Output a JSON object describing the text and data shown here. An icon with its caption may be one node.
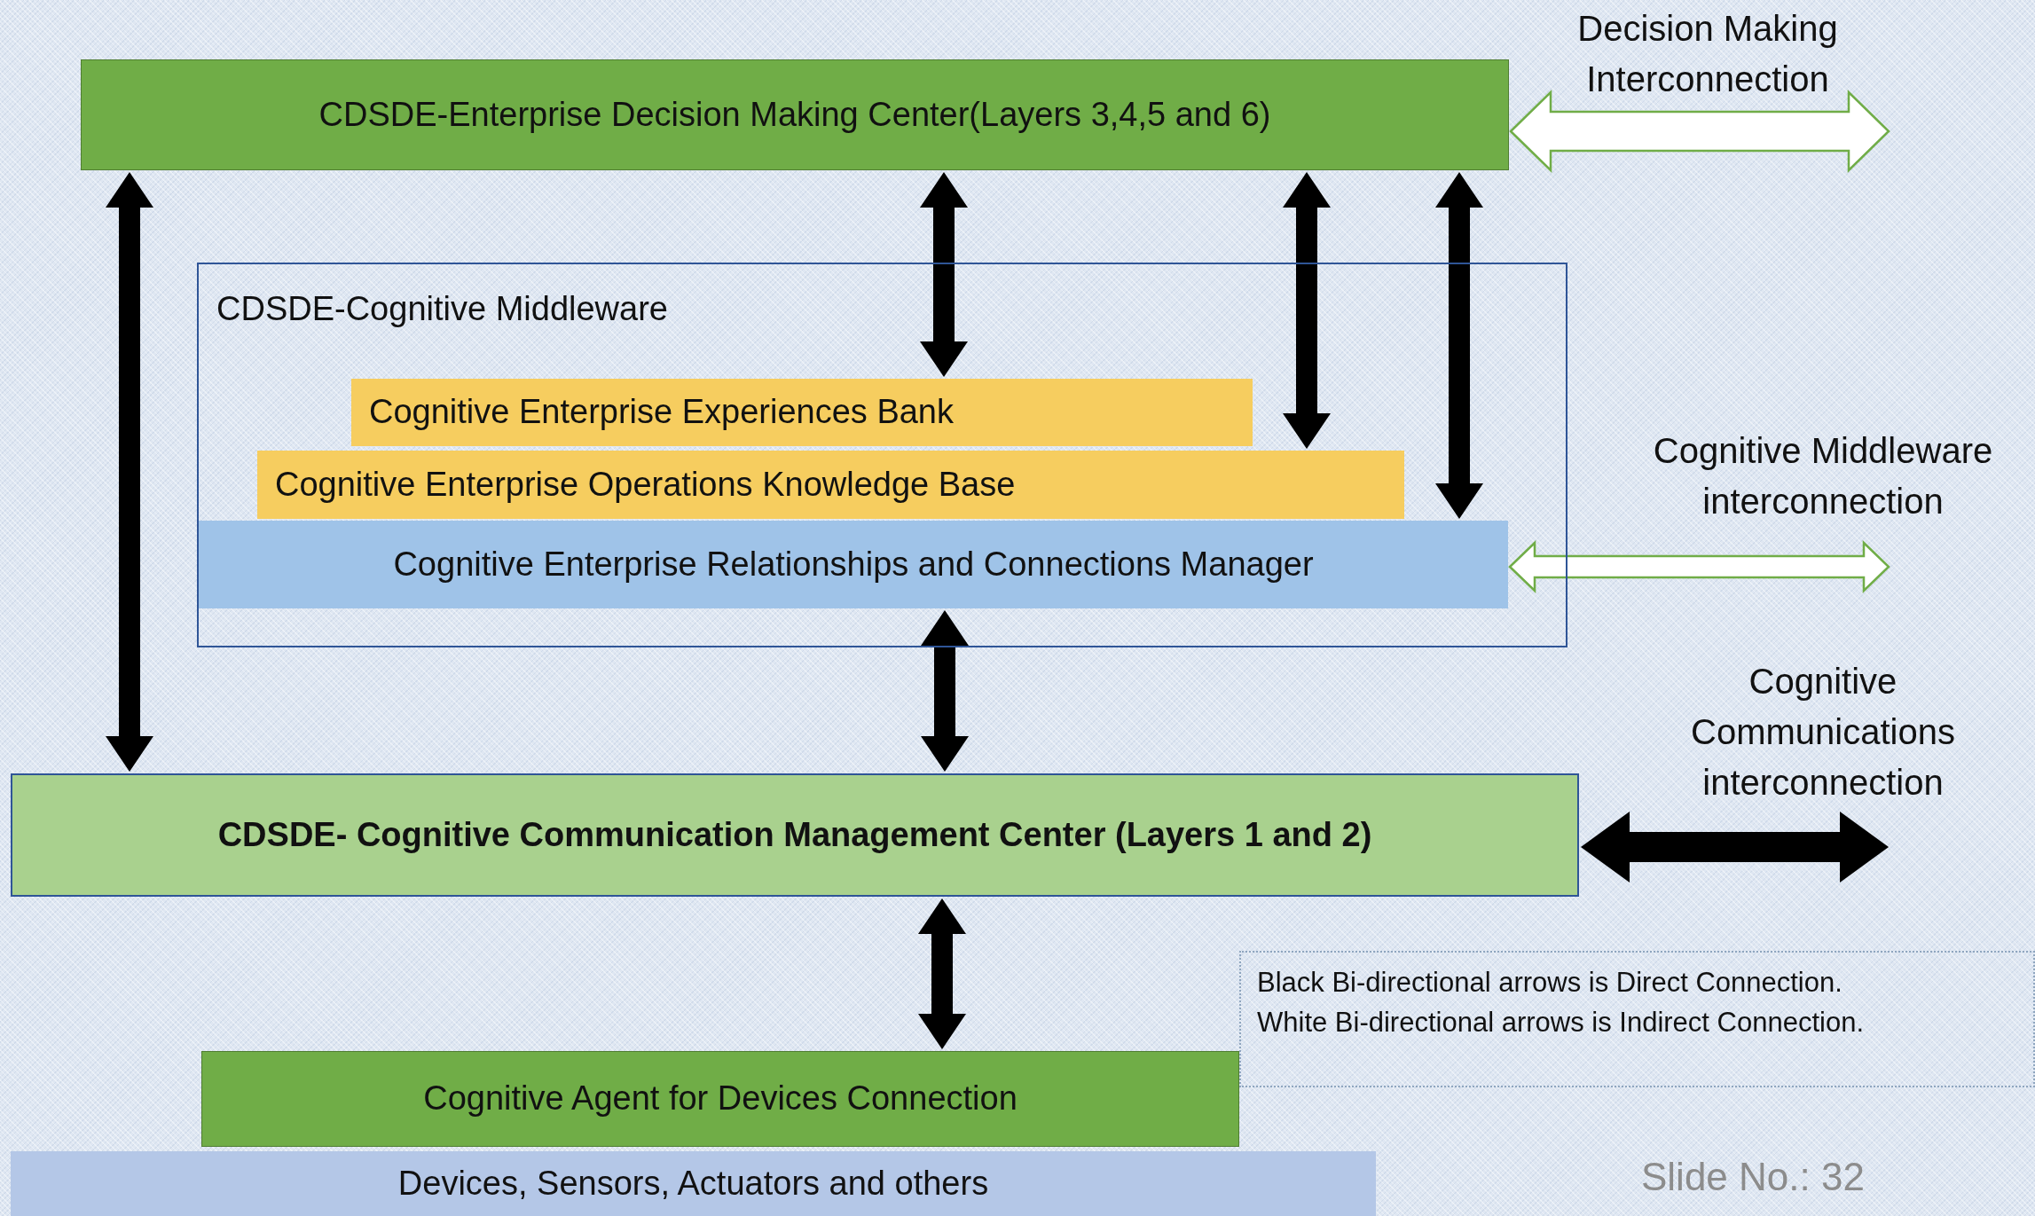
{
  "diagram": {
    "nodes": [
      {
        "text": [
          "CDSDE-Enterprise Decision Making Center(Layers 3,4,5 and 6)"
        ]
      },
      {
        "text": [
          "CDSDE-Cognitive Middleware"
        ]
      },
      {
        "text": [
          "Cognitive Enterprise Experiences Bank"
        ],
        "in": 1
      },
      {
        "text": [
          "Cognitive Enterprise Operations  Knowledge Base"
        ],
        "in": 1
      },
      {
        "text": [
          "Cognitive Enterprise Relationships and Connections Manager"
        ],
        "in": 1
      },
      {
        "text": [
          "CDSDE- Cognitive Communication Management Center  (Layers 1 and 2)"
        ]
      },
      {
        "text": [
          "Cognitive Agent for Devices Connection"
        ]
      },
      {
        "text": [
          "Devices, Sensors, Actuators and others"
        ]
      },
      {
        "text": [
          "Black Bi-directional arrows is Direct Connection.",
          "White Bi-directional arrows is Indirect Connection."
        ]
      }
    ],
    "edges": [
      {
        "from": 0,
        "to": 5,
        "arrow": "both"
      },
      {
        "from": 0,
        "to": 2,
        "arrow": "both"
      },
      {
        "from": 0,
        "to": 3,
        "arrow": "both"
      },
      {
        "from": 0,
        "to": 4,
        "arrow": "both"
      },
      {
        "from": 4,
        "to": 5,
        "arrow": "both"
      },
      {
        "from": 5,
        "to": 6,
        "arrow": "both"
      },
      {
        "from": 0,
        "to": null,
        "arrow": "both",
        "color": "#ffffff"
      },
      {
        "from": 4,
        "to": null,
        "arrow": "both",
        "color": "#ffffff"
      },
      {
        "from": 5,
        "to": null,
        "arrow": "both"
      }
    ],
    "labels": [
      "Decision Making Interconnection",
      "Cognitive Middleware interconnection",
      "Cognitive Communications interconnection",
      "Slide No.: 32"
    ]
  }
}
